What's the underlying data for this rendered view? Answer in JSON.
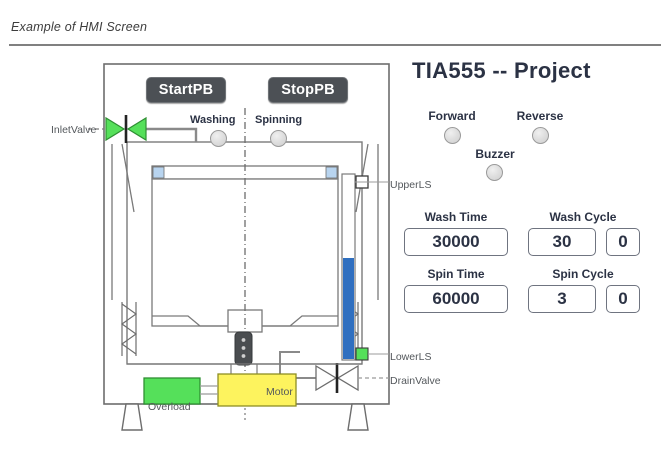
{
  "caption": "Example of HMI Screen",
  "panel": {
    "title": "TIA555 -- Project",
    "lamps": [
      {
        "label": "Forward",
        "state": "off"
      },
      {
        "label": "Reverse",
        "state": "off"
      },
      {
        "label": "Buzzer",
        "state": "off"
      }
    ],
    "fields": [
      {
        "label": "Wash Time",
        "value": "30000"
      },
      {
        "label": "Wash Cycle",
        "value": "30",
        "value2": "0"
      },
      {
        "label": "Spin Time",
        "value": "60000"
      },
      {
        "label": "Spin Cycle",
        "value": "3",
        "value2": "0"
      }
    ]
  },
  "diagram": {
    "buttons": [
      {
        "name": "StartPB",
        "label": "StartPB"
      },
      {
        "name": "StopPB",
        "label": "StopPB"
      }
    ],
    "lamps": [
      {
        "label": "Washing",
        "state": "off"
      },
      {
        "label": "Spinning",
        "state": "off"
      }
    ],
    "labels": {
      "inlet_valve": "InletValve",
      "drain_valve": "DrainValve",
      "upper_ls": "UpperLS",
      "lower_ls": "LowerLS",
      "motor": "Motor",
      "overload": "Overload"
    },
    "states": {
      "inlet_valve_open": true,
      "drain_valve_open": false,
      "upper_ls_active": false,
      "lower_ls_active": true,
      "water_level_pct": 55
    }
  },
  "colors": {
    "valve_open": "#55e05a",
    "valve_closed": "#ffffff",
    "motor": "#fdf35e",
    "overload": "#55e05a",
    "water": "#2f6fc0",
    "ls_on": "#55e05a",
    "ls_off": "#ffffff",
    "drum_tab": "#b8d4ef",
    "button_face": "#4c5055",
    "title": "#2b3244",
    "outline": "#808080"
  }
}
